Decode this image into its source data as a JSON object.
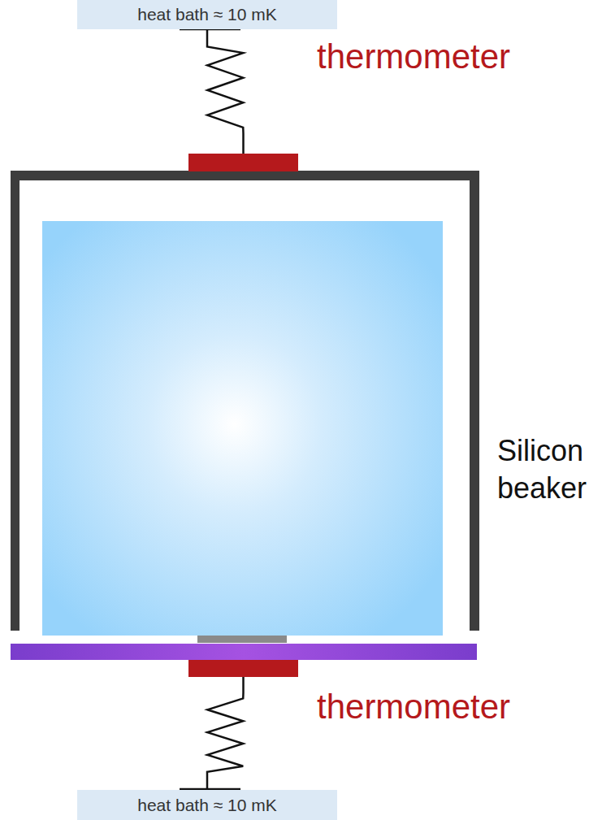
{
  "diagram": {
    "nodes": [
      {
        "text": [
          "heat bath ≈ 10 mK"
        ]
      },
      {
        "text": [
          "thermometer"
        ]
      },
      {
        "text": [
          "thermometer"
        ]
      },
      {
        "text": [
          "heat bath ≈ 10 mK"
        ]
      }
    ],
    "edges": [
      {
        "from": 0,
        "to": 1,
        "arrow": "none"
      },
      {
        "from": 2,
        "to": 3,
        "arrow": "none"
      }
    ],
    "labels": [
      "Silicon beaker"
    ]
  }
}
